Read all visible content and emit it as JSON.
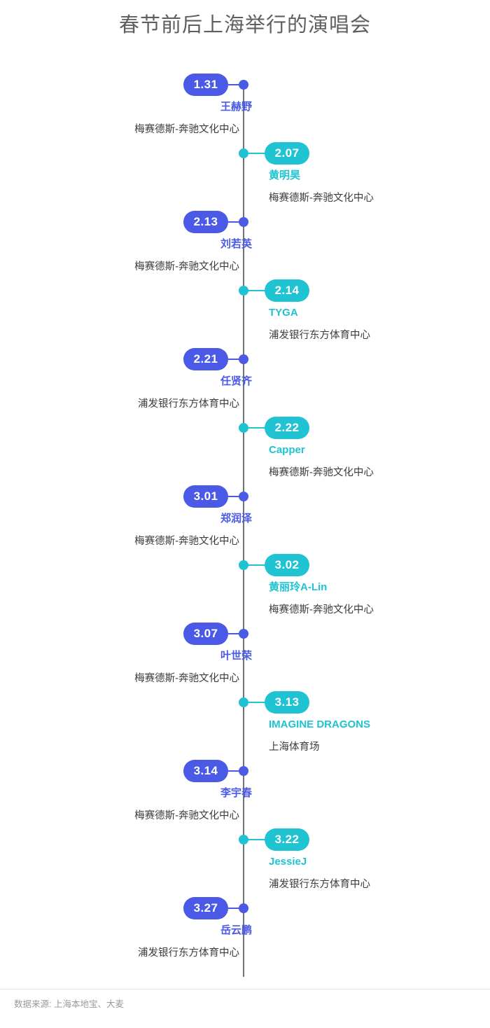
{
  "page": {
    "title": "春节前后上海举行的演唱会",
    "source_note": "数据来源: 上海本地宝、大麦",
    "colors": {
      "left_accent": "#4a5ae6",
      "right_accent": "#1fc3d2",
      "axis": "#6f7378",
      "title_text": "#5f5f5f",
      "venue_text": "#3c3c3c",
      "source_text": "#9a9a9a",
      "background": "#ffffff"
    }
  },
  "timeline": {
    "entries": [
      {
        "date": "1.31",
        "artist": "王赫野",
        "venue": "梅赛德斯-奔驰文化中心",
        "side": "left"
      },
      {
        "date": "2.07",
        "artist": "黄明昊",
        "venue": "梅赛德斯-奔驰文化中心",
        "side": "right"
      },
      {
        "date": "2.13",
        "artist": "刘若英",
        "venue": "梅赛德斯-奔驰文化中心",
        "side": "left"
      },
      {
        "date": "2.14",
        "artist": "TYGA",
        "venue": "浦发银行东方体育中心",
        "side": "right"
      },
      {
        "date": "2.21",
        "artist": "任贤齐",
        "venue": "浦发银行东方体育中心",
        "side": "left"
      },
      {
        "date": "2.22",
        "artist": "Capper",
        "venue": "梅赛德斯-奔驰文化中心",
        "side": "right"
      },
      {
        "date": "3.01",
        "artist": "郑润泽",
        "venue": "梅赛德斯-奔驰文化中心",
        "side": "left"
      },
      {
        "date": "3.02",
        "artist": "黄丽玲A-Lin",
        "venue": "梅赛德斯-奔驰文化中心",
        "side": "right"
      },
      {
        "date": "3.07",
        "artist": "叶世荣",
        "venue": "梅赛德斯-奔驰文化中心",
        "side": "left"
      },
      {
        "date": "3.13",
        "artist": "IMAGINE DRAGONS",
        "venue": "上海体育场",
        "side": "right"
      },
      {
        "date": "3.14",
        "artist": "李宇春",
        "venue": "梅赛德斯-奔驰文化中心",
        "side": "left"
      },
      {
        "date": "3.22",
        "artist": "JessieJ",
        "venue": "浦发银行东方体育中心",
        "side": "right"
      },
      {
        "date": "3.27",
        "artist": "岳云鹏",
        "venue": "浦发银行东方体育中心",
        "side": "left"
      }
    ]
  }
}
